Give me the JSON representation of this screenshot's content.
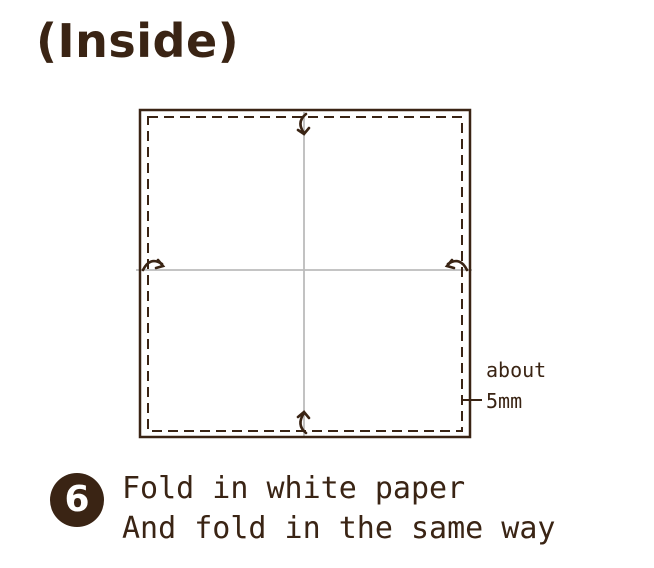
{
  "title": "(Inside)",
  "measurement": {
    "line1": "about",
    "line2": "5mm"
  },
  "step": {
    "number": "6",
    "lines": [
      "Fold in white paper",
      "And fold in the same way"
    ]
  },
  "colors": {
    "ink": "#3a2414",
    "crease": "#bbbbbb",
    "background": "#ffffff"
  },
  "icons": {
    "fold_arrow": "curved-fold-arrow-icon"
  }
}
